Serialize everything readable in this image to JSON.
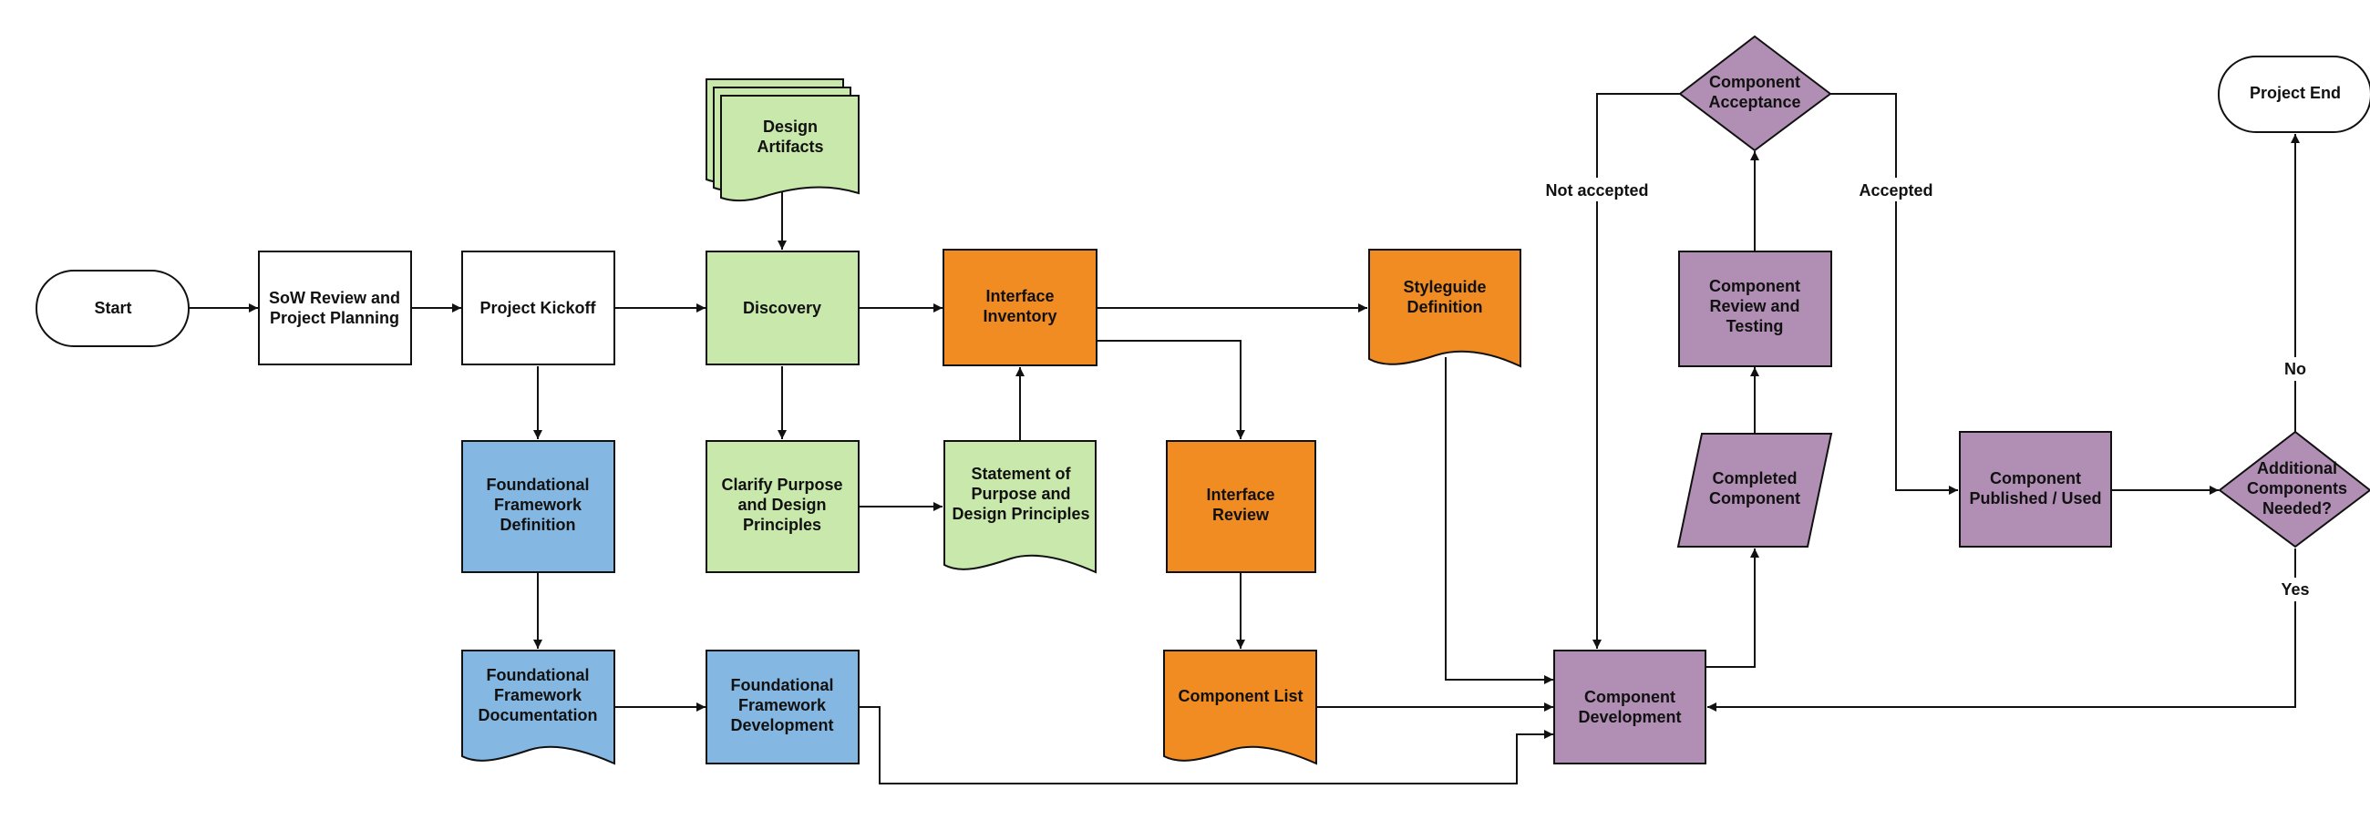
{
  "colors": {
    "white": "#ffffff",
    "green": "#c8e9ab",
    "orange": "#f08c21",
    "blue": "#84b8e2",
    "purple": "#b18fb5",
    "stroke": "#111111"
  },
  "nodes": {
    "start": {
      "lines": [
        "Start"
      ]
    },
    "sow": {
      "lines": [
        "SoW Review and",
        "Project Planning"
      ]
    },
    "kickoff": {
      "lines": [
        "Project Kickoff"
      ]
    },
    "artifacts": {
      "lines": [
        "Design",
        "Artifacts"
      ]
    },
    "discovery": {
      "lines": [
        "Discovery"
      ]
    },
    "inventory": {
      "lines": [
        "Interface",
        "Inventory"
      ]
    },
    "styleguide": {
      "lines": [
        "Styleguide",
        "Definition"
      ]
    },
    "fw_def": {
      "lines": [
        "Foundational",
        "Framework",
        "Definition"
      ]
    },
    "clarify": {
      "lines": [
        "Clarify Purpose",
        "and Design",
        "Principles"
      ]
    },
    "statement": {
      "lines": [
        "Statement of",
        "Purpose and",
        "Design Principles"
      ]
    },
    "review": {
      "lines": [
        "Interface",
        "Review"
      ]
    },
    "fw_doc": {
      "lines": [
        "Foundational",
        "Framework",
        "Documentation"
      ]
    },
    "fw_dev": {
      "lines": [
        "Foundational",
        "Framework",
        "Development"
      ]
    },
    "comp_list": {
      "lines": [
        "Component List"
      ]
    },
    "comp_dev": {
      "lines": [
        "Component",
        "Development"
      ]
    },
    "completed": {
      "lines": [
        "Completed",
        "Component"
      ]
    },
    "comp_review": {
      "lines": [
        "Component",
        "Review and",
        "Testing"
      ]
    },
    "acceptance": {
      "lines": [
        "Component",
        "Acceptance"
      ]
    },
    "published": {
      "lines": [
        "Component",
        "Published / Used"
      ]
    },
    "additional": {
      "lines": [
        "Additional",
        "Components",
        "Needed?"
      ]
    },
    "end": {
      "lines": [
        "Project End"
      ]
    }
  },
  "edge_labels": {
    "not_accepted": "Not accepted",
    "accepted": "Accepted",
    "no": "No",
    "yes": "Yes"
  }
}
